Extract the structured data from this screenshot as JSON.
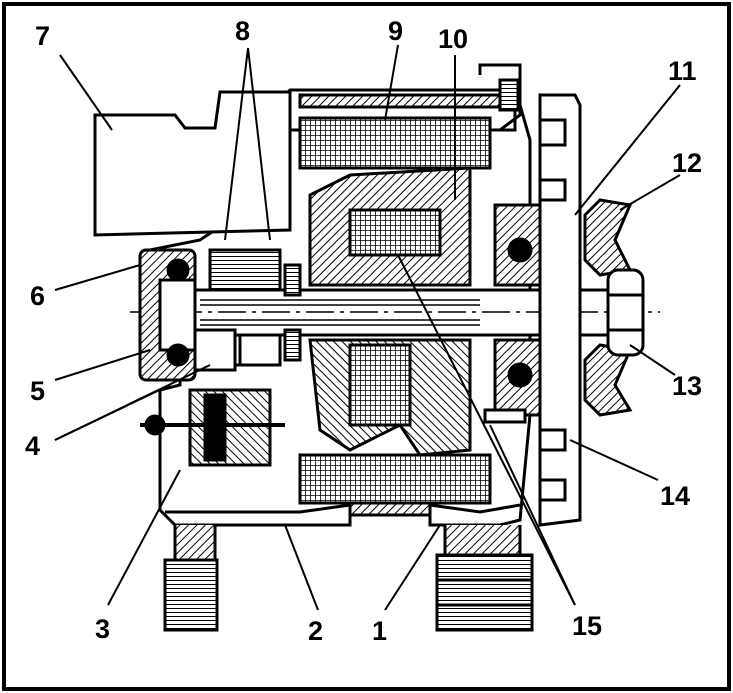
{
  "figure": {
    "labels": {
      "n1": "1",
      "n2": "2",
      "n3": "3",
      "n4": "4",
      "n5": "5",
      "n6": "6",
      "n7": "7",
      "n8": "8",
      "n9": "9",
      "n10": "10",
      "n11": "11",
      "n12": "12",
      "n13": "13",
      "n14": "14",
      "n15": "15"
    },
    "colors": {
      "ink": "#000000",
      "paper": "#ffffff",
      "shade": "#d9d9d9"
    }
  }
}
